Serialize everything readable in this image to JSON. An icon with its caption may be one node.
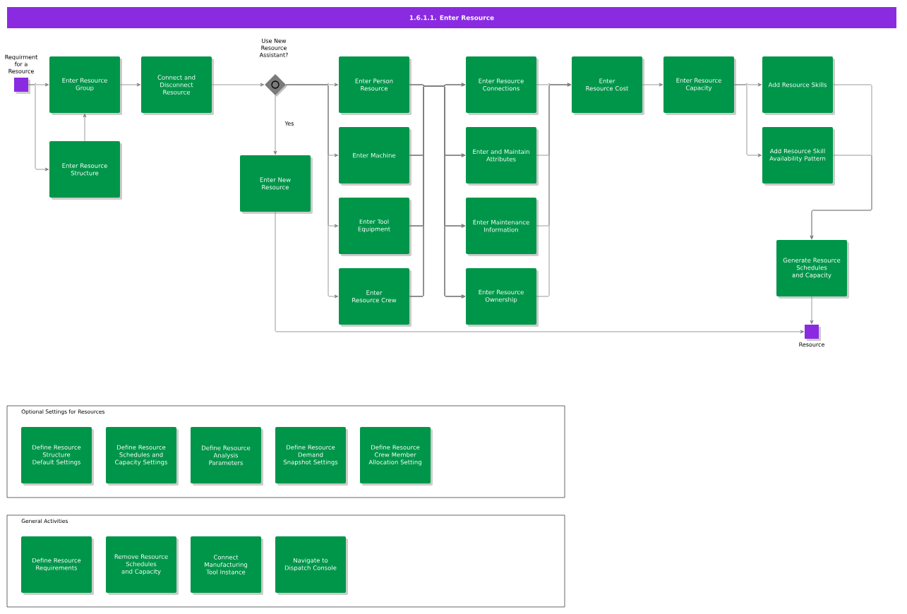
{
  "diagram": {
    "title": "1.6.1.1. Enter Resource",
    "nodes": [
      {
        "text": [],
        "shape": "box",
        "beside": [
          "Requirment for a Resource"
        ]
      },
      {
        "text": [
          "Enter Resource Group"
        ]
      },
      {
        "text": [
          "Enter Resource Structure"
        ]
      },
      {
        "text": [
          "Connect and Disconnect Resource"
        ]
      },
      {
        "text": [],
        "shape": "diamond",
        "beside": [
          "Use New Resource Assistant?"
        ]
      },
      {
        "text": [
          "Enter New Resource"
        ]
      },
      {
        "text": [
          "Enter Person Resource"
        ]
      },
      {
        "text": [
          "Enter Machine"
        ]
      },
      {
        "text": [
          "Enter Tool Equipment"
        ]
      },
      {
        "text": [
          "Enter Resource Crew"
        ]
      },
      {
        "text": [
          "Enter Resource Connections"
        ]
      },
      {
        "text": [
          "Enter and Maintain Attributes"
        ]
      },
      {
        "text": [
          "Enter Maintenance Information"
        ]
      },
      {
        "text": [
          "Enter Resource Ownership"
        ]
      },
      {
        "text": [
          "Enter Resource Cost"
        ]
      },
      {
        "text": [
          "Enter Resource Capacity"
        ]
      },
      {
        "text": [
          "Add Resource Skills"
        ]
      },
      {
        "text": [
          "Add Resource Skill Availability Pattern"
        ]
      },
      {
        "text": [
          "Generate Resource Schedules and Capacity"
        ]
      },
      {
        "text": [],
        "shape": "box",
        "beside": [
          "Resource"
        ]
      },
      {
        "text": [
          "Optional Settings for Resources"
        ]
      },
      {
        "text": [
          "Define Resource Structure Default Settings"
        ],
        "in": 20
      },
      {
        "text": [
          "Define Resource Schedules and Capacity Settings"
        ],
        "in": 20
      },
      {
        "text": [
          "Define Resource Analysis Parameters"
        ],
        "in": 20
      },
      {
        "text": [
          "Define Resource Demand Snapshot Settings"
        ],
        "in": 20
      },
      {
        "text": [
          "Define Resource Crew Member Allocation Setting"
        ],
        "in": 20
      },
      {
        "text": [
          "General Activities"
        ]
      },
      {
        "text": [
          "Define Resource Requirements"
        ],
        "in": 26
      },
      {
        "text": [
          "Remove Resource Schedules and Capacity"
        ],
        "in": 26
      },
      {
        "text": [
          "Connect Manufacturing Tool Instance"
        ],
        "in": 26
      },
      {
        "text": [
          "Navigate to Dispatch Console"
        ],
        "in": 26
      }
    ],
    "edges": [
      {
        "from": 0,
        "to": 1,
        "arrow": "to"
      },
      {
        "from": 0,
        "to": 2,
        "arrow": "to"
      },
      {
        "from": 2,
        "to": 1,
        "arrow": "to"
      },
      {
        "from": 1,
        "to": 3,
        "arrow": "to"
      },
      {
        "from": 3,
        "to": 4,
        "arrow": "to"
      },
      {
        "from": 4,
        "to": 5,
        "arrow": "to",
        "label": "Yes"
      },
      {
        "from": 4,
        "to": 6,
        "arrow": "to"
      },
      {
        "from": 4,
        "to": 7,
        "arrow": "to"
      },
      {
        "from": 4,
        "to": 8,
        "arrow": "to"
      },
      {
        "from": 4,
        "to": 9,
        "arrow": "to"
      },
      {
        "from": 6,
        "to": 10,
        "arrow": "to"
      },
      {
        "from": 6,
        "to": 11,
        "arrow": "to"
      },
      {
        "from": 6,
        "to": 12,
        "arrow": "to"
      },
      {
        "from": 6,
        "to": 13,
        "arrow": "to"
      },
      {
        "from": 7,
        "to": 10,
        "arrow": "to"
      },
      {
        "from": 7,
        "to": 11,
        "arrow": "to"
      },
      {
        "from": 7,
        "to": 12,
        "arrow": "to"
      },
      {
        "from": 7,
        "to": 13,
        "arrow": "to"
      },
      {
        "from": 8,
        "to": 10,
        "arrow": "to"
      },
      {
        "from": 8,
        "to": 11,
        "arrow": "to"
      },
      {
        "from": 8,
        "to": 12,
        "arrow": "to"
      },
      {
        "from": 8,
        "to": 13,
        "arrow": "to"
      },
      {
        "from": 9,
        "to": 10,
        "arrow": "to"
      },
      {
        "from": 9,
        "to": 11,
        "arrow": "to"
      },
      {
        "from": 9,
        "to": 12,
        "arrow": "to"
      },
      {
        "from": 9,
        "to": 13,
        "arrow": "to"
      },
      {
        "from": 10,
        "to": 14,
        "arrow": "to"
      },
      {
        "from": 11,
        "to": 14,
        "arrow": "to"
      },
      {
        "from": 12,
        "to": 14,
        "arrow": "to"
      },
      {
        "from": 13,
        "to": 14,
        "arrow": "to"
      },
      {
        "from": 14,
        "to": 15,
        "arrow": "to"
      },
      {
        "from": 15,
        "to": 16,
        "arrow": "to"
      },
      {
        "from": 15,
        "to": 17,
        "arrow": "to"
      },
      {
        "from": 16,
        "to": 18,
        "arrow": "to"
      },
      {
        "from": 17,
        "to": 18,
        "arrow": "to"
      },
      {
        "from": 18,
        "to": 19,
        "arrow": "to"
      },
      {
        "from": 5,
        "to": 19,
        "arrow": "to"
      }
    ]
  }
}
